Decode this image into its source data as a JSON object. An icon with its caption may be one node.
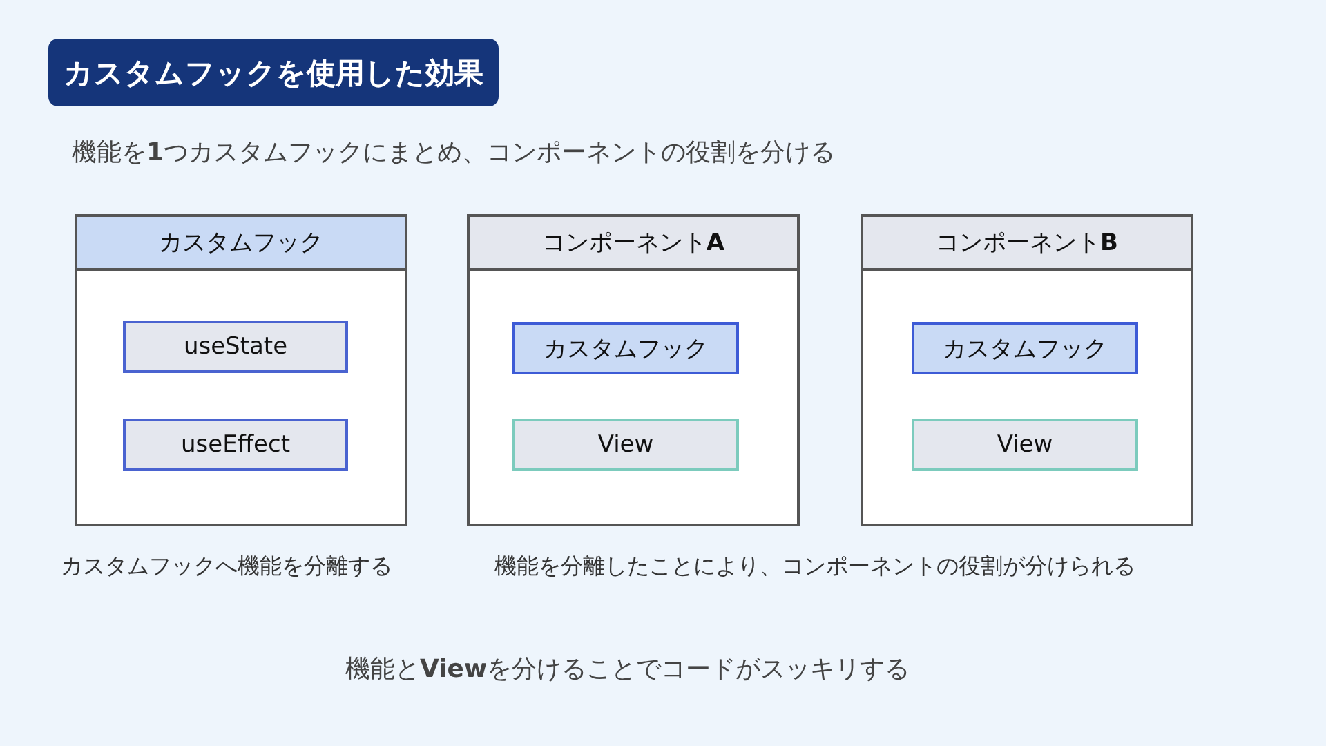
{
  "diagram": {
    "title": "カスタムフックを使用した効果",
    "nodes": [
      {
        "text": [
          "カスタムフック"
        ]
      },
      {
        "text": [
          "useState"
        ],
        "in": 0
      },
      {
        "text": [
          "useEffect"
        ],
        "in": 0
      },
      {
        "text": [
          "コンポーネント**A**"
        ]
      },
      {
        "text": [
          "カスタムフック"
        ],
        "in": 3
      },
      {
        "text": [
          "View"
        ],
        "in": 3
      },
      {
        "text": [
          "コンポーネント**B**"
        ]
      },
      {
        "text": [
          "カスタムフック"
        ],
        "in": 6
      },
      {
        "text": [
          "View"
        ],
        "in": 6
      }
    ],
    "labels": [
      "機能を**1**つカスタムフックにまとめ、コンポーネントの役割を分ける",
      "カスタムフックへ機能を分離する",
      "機能を分離したことにより、コンポーネントの役割が分けられる",
      "機能と**View**を分けることでコードがスッキリする"
    ]
  }
}
